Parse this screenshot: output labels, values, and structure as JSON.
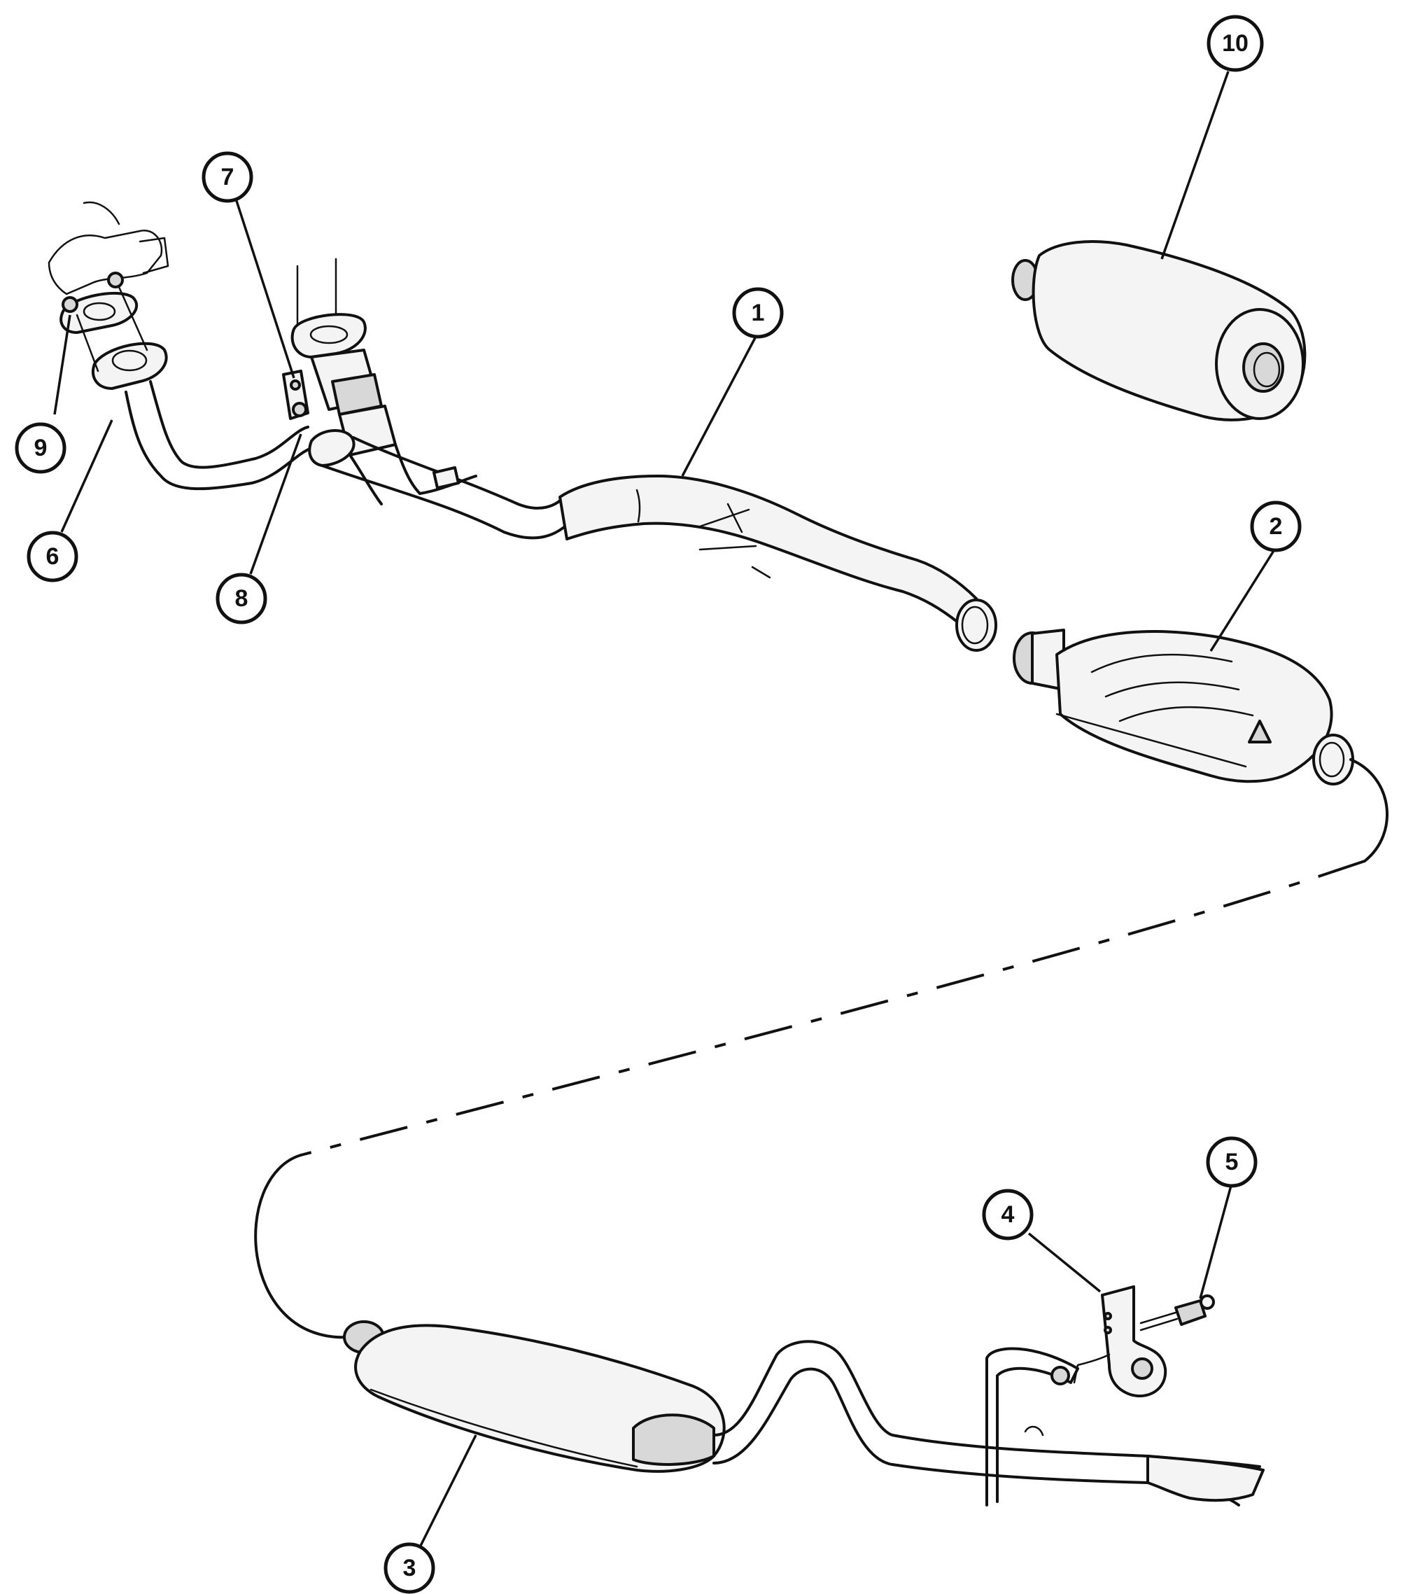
{
  "callouts": {
    "c1": "1",
    "c2": "2",
    "c3": "3",
    "c4": "4",
    "c5": "5",
    "c6": "6",
    "c7": "7",
    "c8": "8",
    "c9": "9",
    "c10": "10"
  },
  "style": {
    "ink_color": "#111111",
    "background": "#ffffff"
  }
}
